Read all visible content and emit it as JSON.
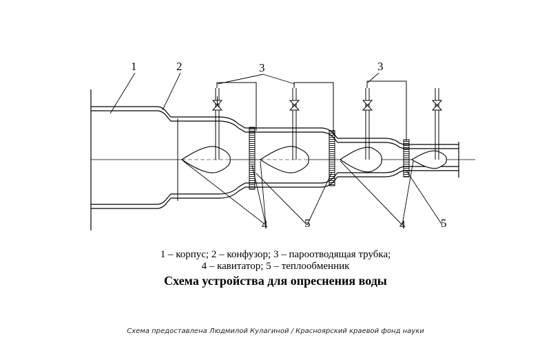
{
  "diagram": {
    "callouts": {
      "c1": "1",
      "c2": "2",
      "c3a": "3",
      "c3b": "3",
      "c4a": "4",
      "c5a": "5",
      "c4b": "4",
      "c5b": "5"
    },
    "stroke_color": "#000000",
    "fill_color": "#ffffff"
  },
  "caption": {
    "legend_line1": "1 – корпус; 2 – конфузор; 3 – пароотводящая трубка;",
    "legend_line2": "4 – кавитатор; 5 – теплообменник",
    "title": "Схема устройства для опреснения воды"
  },
  "credit": "Схема предоставлена Людмилой Кулагиной / Красноярский краевой фонд науки"
}
